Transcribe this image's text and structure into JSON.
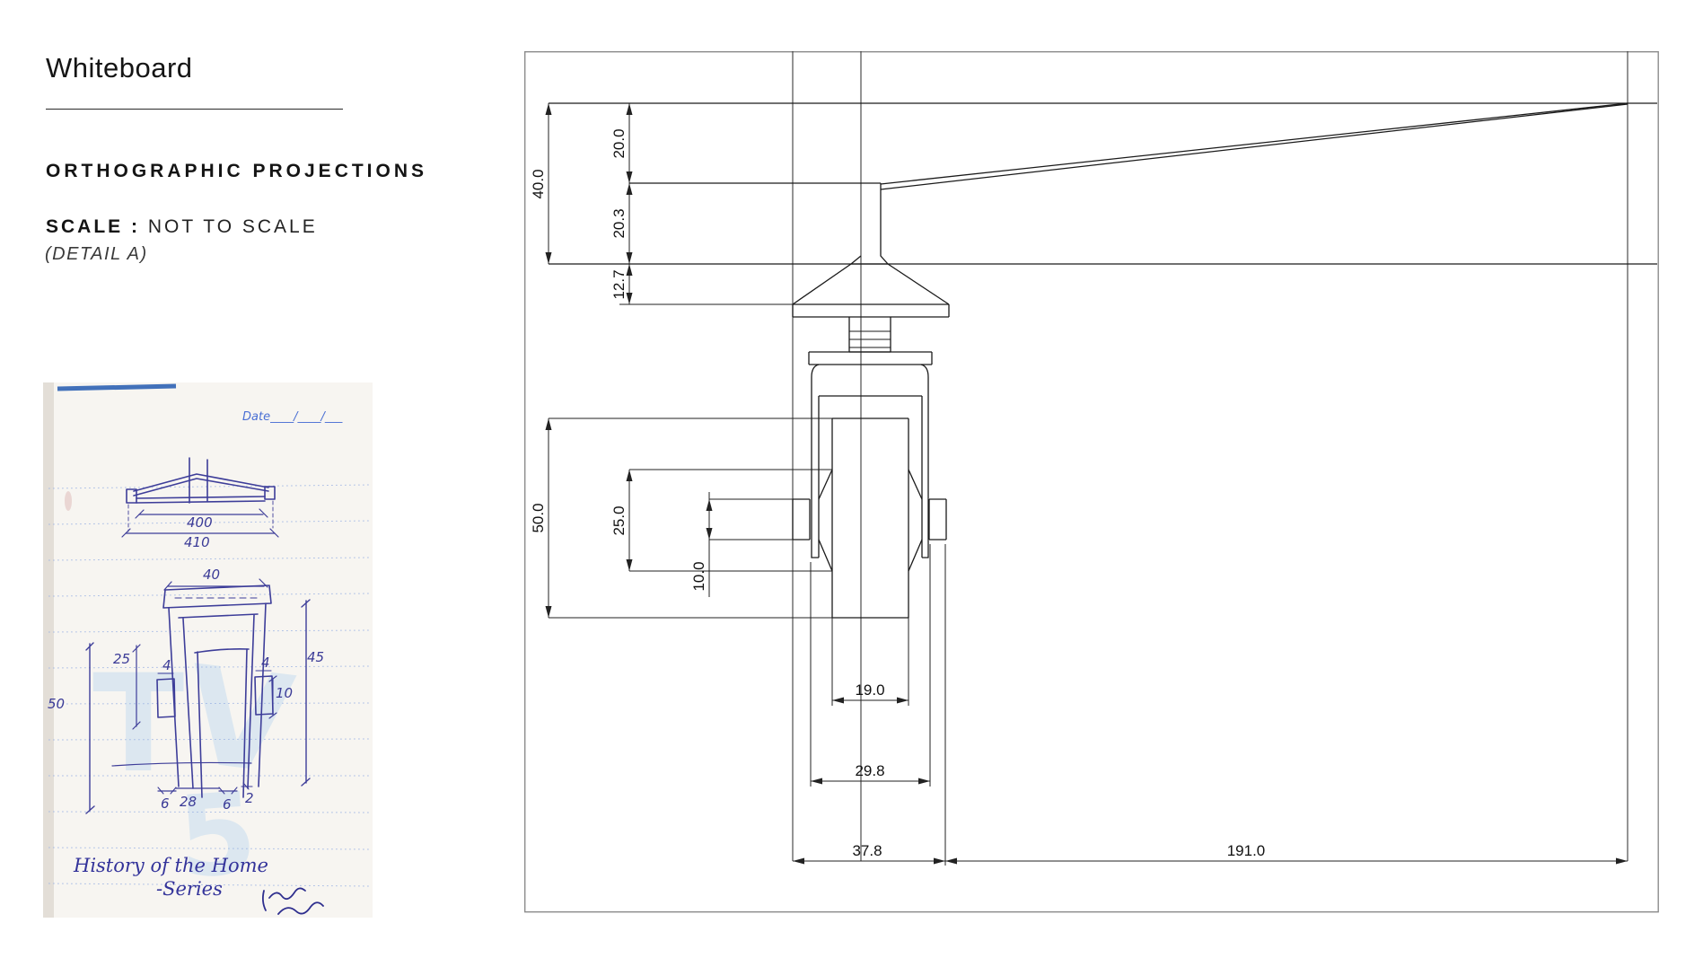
{
  "header": {
    "title": "Whiteboard"
  },
  "panel": {
    "heading": "ORTHOGRAPHIC PROJECTIONS",
    "scale_label": "SCALE :",
    "scale_value": "NOT TO SCALE",
    "detail": "(DETAIL A)"
  },
  "sketch": {
    "date_label": "Date____/____/___",
    "dims": {
      "roof_inner": "400",
      "roof_outer": "410",
      "plate_width": "40",
      "side_height": "45",
      "mid_height": "25",
      "overall_height": "50",
      "tab_left": "4",
      "tab_right": "4",
      "axle": "10",
      "bottom_gap": "2",
      "base_left": "6",
      "base_mid": "28",
      "base_right": "6"
    },
    "caption_line1": "History of the Home",
    "caption_line2": "-Series"
  },
  "drawing": {
    "dims": {
      "seg_top": "20.0",
      "overall_height": "40.0",
      "seg_mid": "20.3",
      "cap_height": "12.7",
      "wheel_height": "50.0",
      "hub_span": "25.0",
      "axle_height": "10.0",
      "wheel_width": "19.0",
      "fork_width": "29.8",
      "overall_width": "37.8",
      "beam_length": "191.0"
    }
  },
  "colors": {
    "ink_blue": "#3b3b97",
    "ruled_blue": "#9cb4e4",
    "cad_line": "#1a1a1a",
    "frame_gray": "#8c8c8c"
  }
}
